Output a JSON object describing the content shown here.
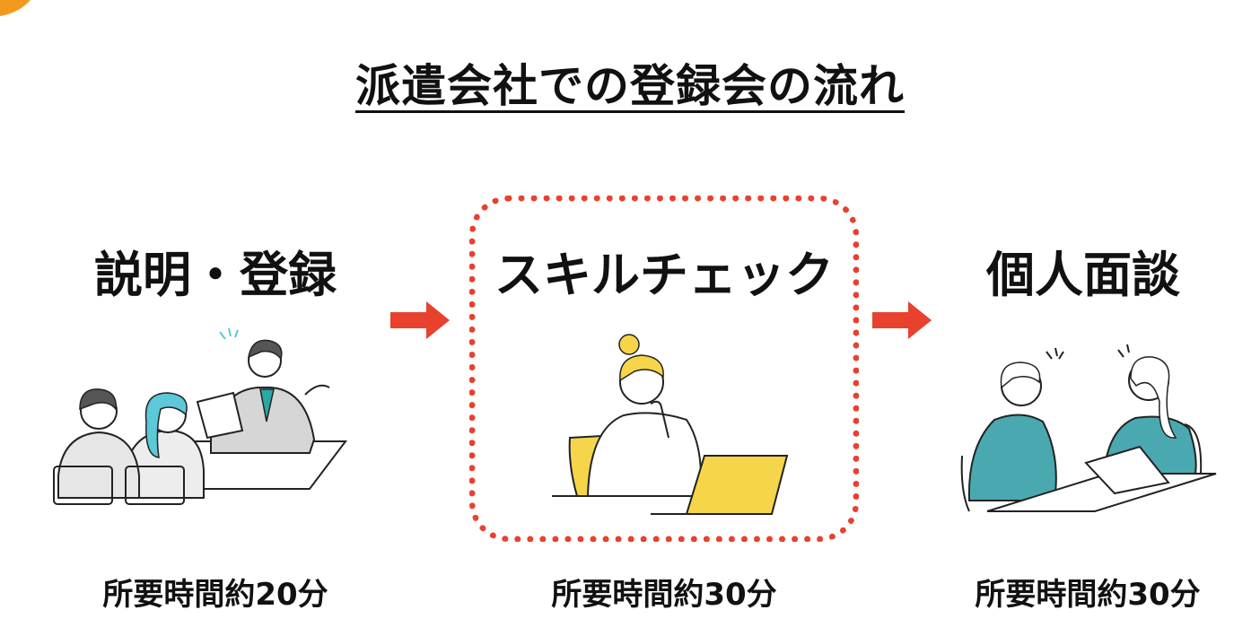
{
  "title": "派遣会社での登録会の流れ",
  "steps": [
    {
      "label": "説明・登録",
      "duration": "所要時間約20分",
      "illustration_icon": "meeting-three-people-icon"
    },
    {
      "label": "スキルチェック",
      "duration": "所要時間約30分",
      "illustration_icon": "woman-with-laptop-icon",
      "highlighted": true
    },
    {
      "label": "個人面談",
      "duration": "所要時間約30分",
      "illustration_icon": "two-women-talking-icon"
    }
  ],
  "colors": {
    "arrow": "#e8412d",
    "highlight_border": "#e8412d",
    "accent_orange": "#f39a1e",
    "cyan": "#5cc8d8",
    "yellow": "#f7d54a",
    "teal": "#4aa8b0"
  }
}
